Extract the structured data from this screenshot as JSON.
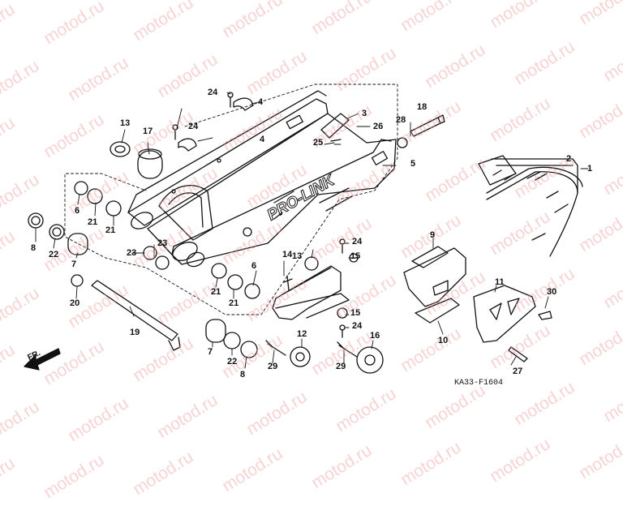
{
  "diagram": {
    "drawing_code": "KA33-F1604",
    "direction_label": "FR.",
    "watermark_text": "motod.ru",
    "swingarm_lettering": "PRO-LINK",
    "colors": {
      "line": "#111111",
      "watermark": "#ec9696"
    },
    "part_numbers": [
      "1",
      "2",
      "3",
      "4",
      "4",
      "5",
      "6",
      "6",
      "7",
      "7",
      "8",
      "8",
      "9",
      "10",
      "11",
      "12",
      "13",
      "13",
      "14",
      "15",
      "15",
      "16",
      "17",
      "18",
      "19",
      "20",
      "21",
      "21",
      "21",
      "21",
      "22",
      "22",
      "23",
      "23",
      "24",
      "24",
      "24",
      "24",
      "25",
      "26",
      "27",
      "28",
      "29",
      "29",
      "30"
    ]
  }
}
